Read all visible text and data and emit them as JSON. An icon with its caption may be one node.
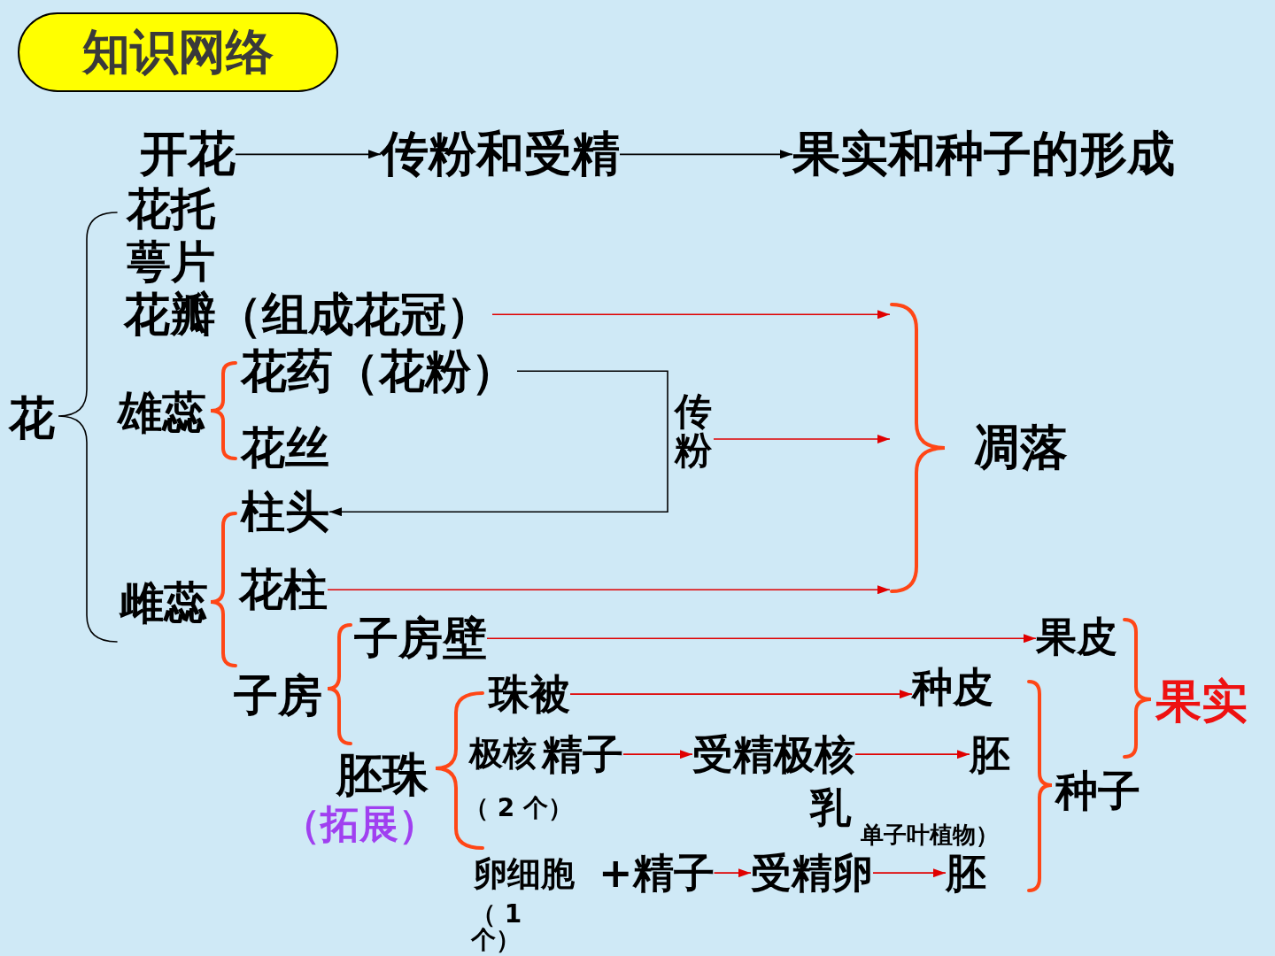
{
  "diagram": {
    "title": "知识网络",
    "nodes": [
      {
        "text": [
          "开花"
        ]
      },
      {
        "text": [
          "传粉和受精"
        ]
      },
      {
        "text": [
          "果实和种子的形成"
        ]
      },
      {
        "text": [
          "花瓣（组成花冠）"
        ]
      },
      {
        "text": [
          "花药（花粉）"
        ]
      },
      {
        "text": [
          "传粉"
        ]
      },
      {
        "text": [
          "凋落"
        ]
      },
      {
        "text": [
          "柱头"
        ]
      },
      {
        "text": [
          "花柱"
        ]
      },
      {
        "text": [
          "子房壁"
        ]
      },
      {
        "text": [
          "果皮"
        ]
      },
      {
        "text": [
          "珠被"
        ]
      },
      {
        "text": [
          "种皮"
        ]
      },
      {
        "text": [
          "精子"
        ]
      },
      {
        "text": [
          "受精极核"
        ]
      },
      {
        "text": [
          "胚"
        ]
      },
      {
        "text": [
          "+精子"
        ]
      },
      {
        "text": [
          "受精卵"
        ]
      },
      {
        "text": [
          "胚"
        ]
      }
    ],
    "edges": [
      {
        "from": 0,
        "to": 1,
        "arrow": "to",
        "color": "#000000"
      },
      {
        "from": 1,
        "to": 2,
        "arrow": "to",
        "color": "#000000"
      },
      {
        "from": 3,
        "to": 6,
        "arrow": "to"
      },
      {
        "from": 4,
        "to": 7,
        "arrow": "to",
        "color": "#000000"
      },
      {
        "from": 5,
        "to": 6,
        "arrow": "to"
      },
      {
        "from": 8,
        "to": 6,
        "arrow": "to"
      },
      {
        "from": 9,
        "to": 10,
        "arrow": "to"
      },
      {
        "from": 11,
        "to": 12,
        "arrow": "to"
      },
      {
        "from": 13,
        "to": 14,
        "arrow": "to"
      },
      {
        "from": 14,
        "to": 15,
        "arrow": "to"
      },
      {
        "from": 16,
        "to": 17,
        "arrow": "to"
      },
      {
        "from": 17,
        "to": 18,
        "arrow": "to"
      }
    ],
    "labels": [
      "花托",
      "萼片",
      "花",
      "雄蕊",
      "花丝",
      "雌蕊",
      "子房",
      "果实",
      "胚珠",
      "极核",
      "（拓展）",
      "（ 2 个）",
      "乳",
      "种子",
      "单子叶植物）",
      "卵细胞",
      "（ 1 个）"
    ]
  }
}
